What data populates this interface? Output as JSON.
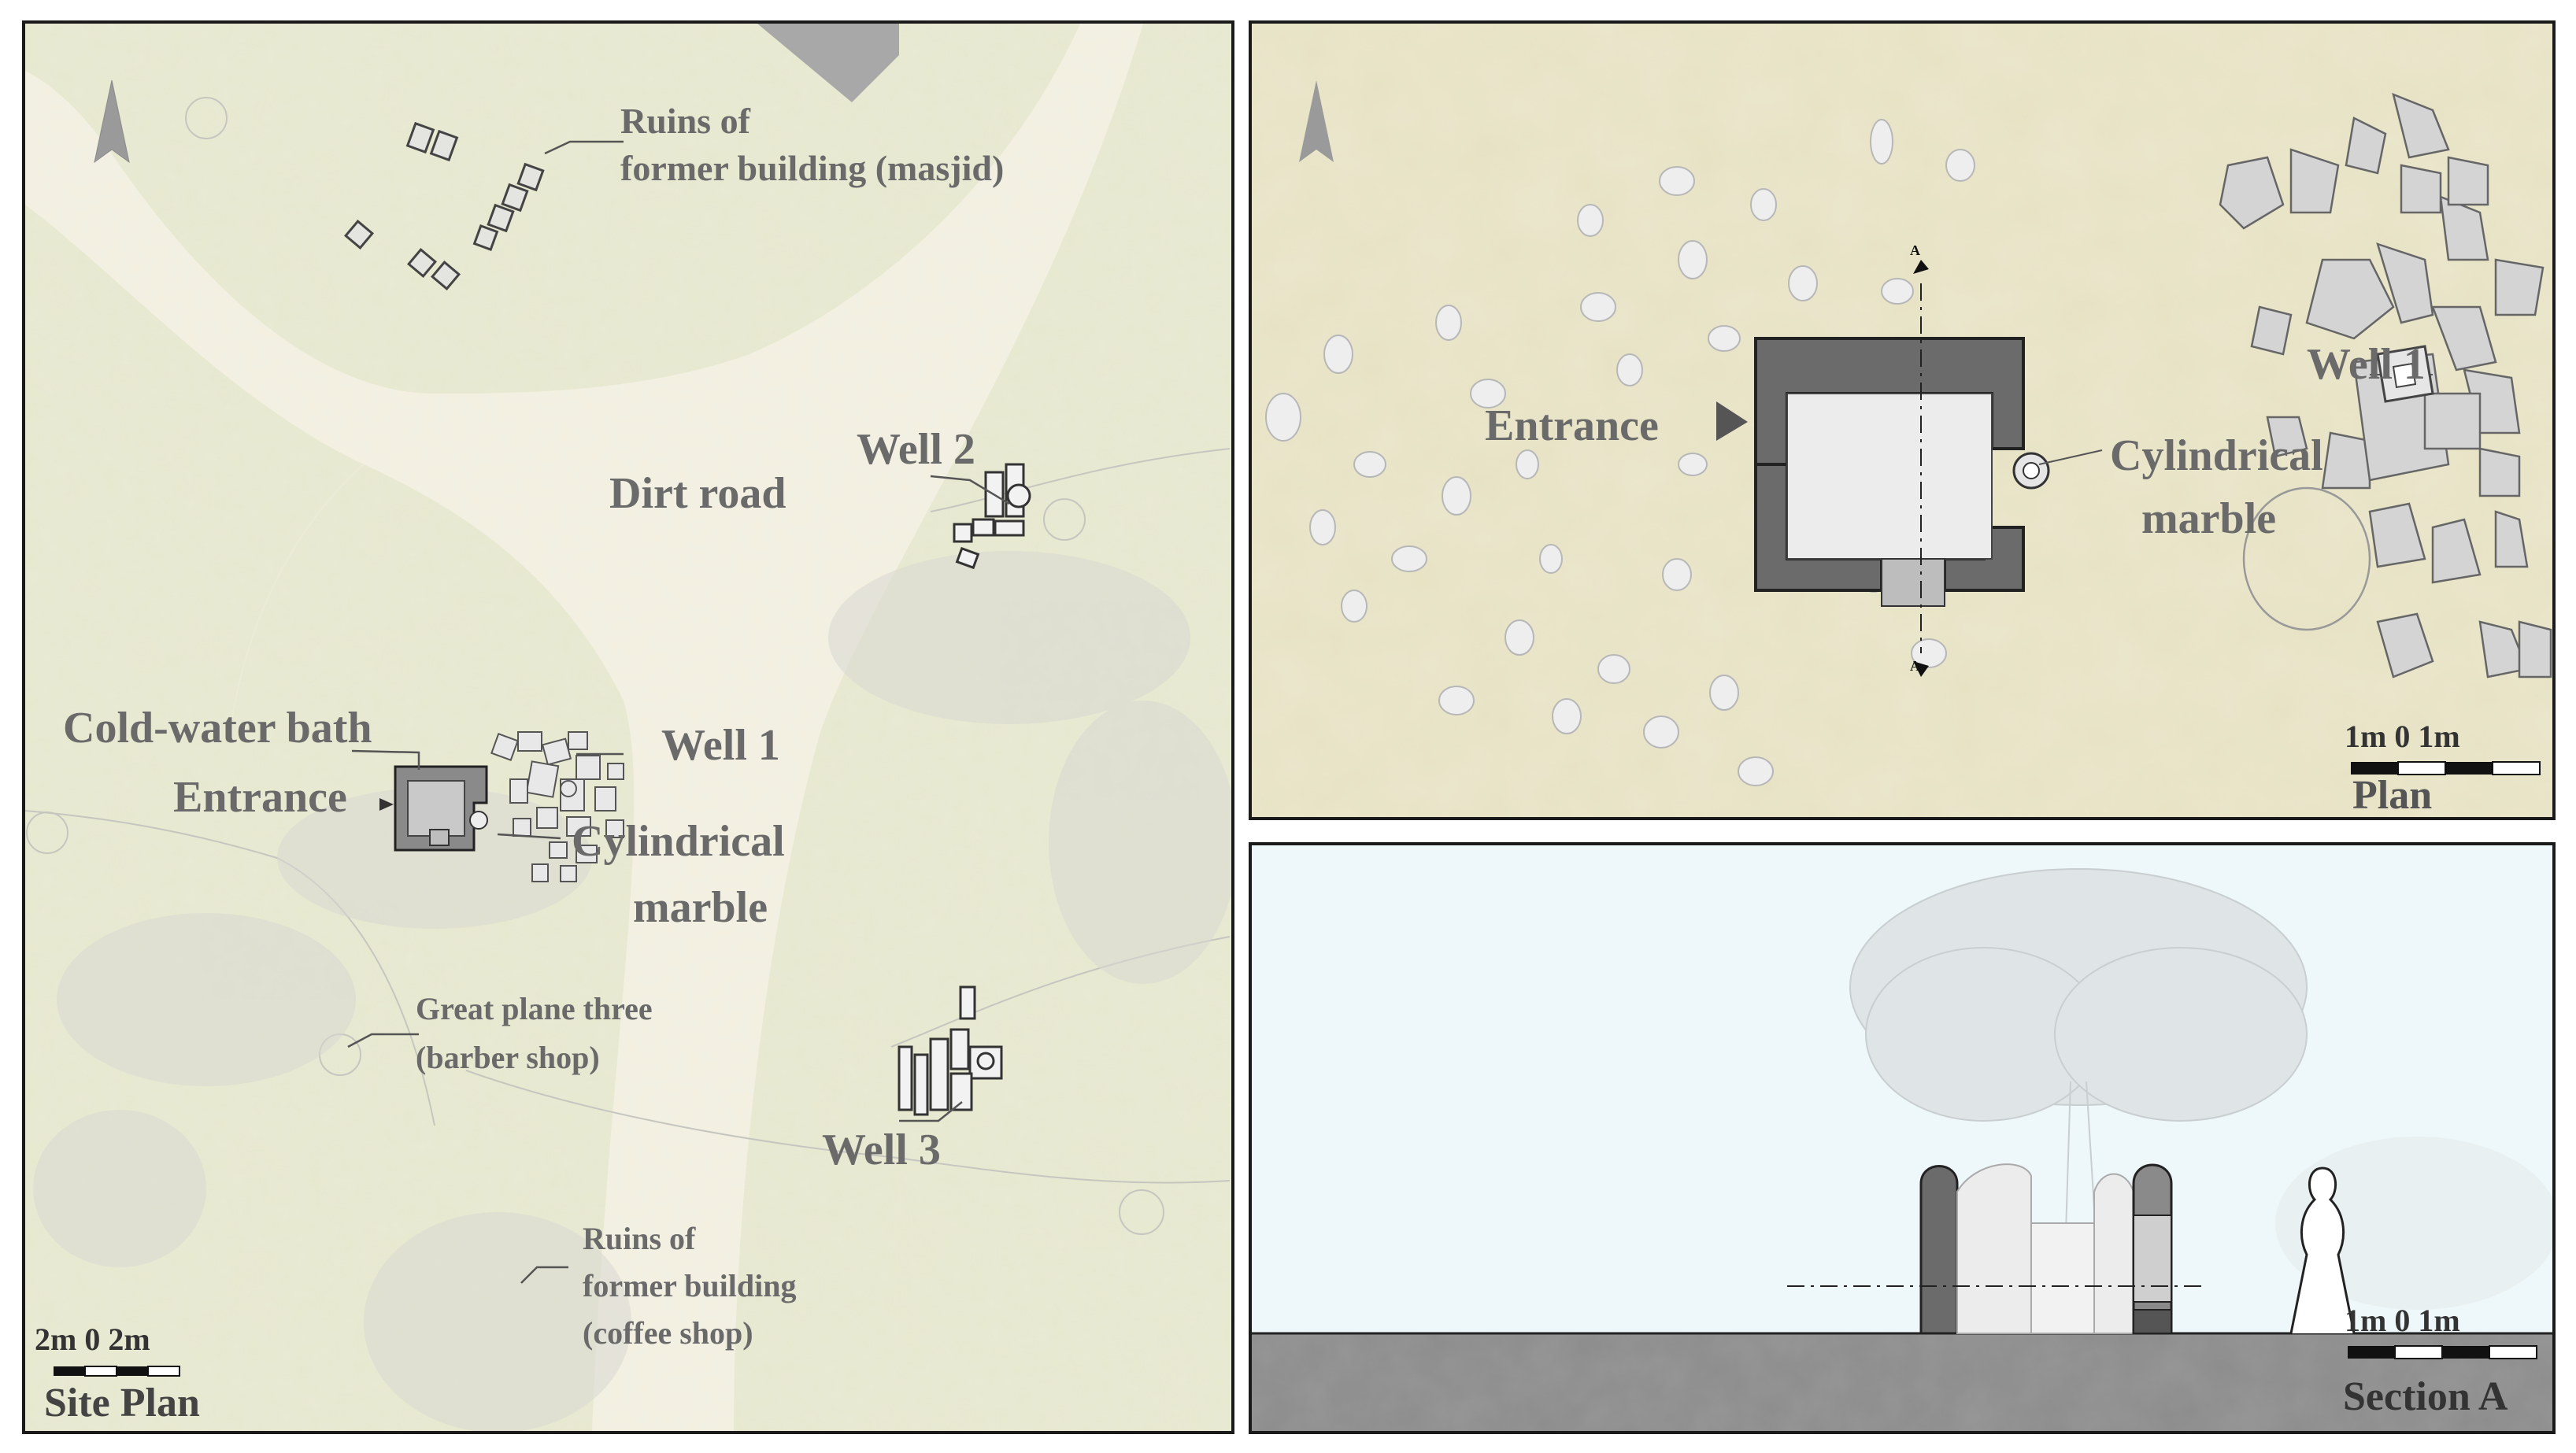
{
  "site_plan": {
    "caption": "Site Plan",
    "north_arrow": "north-arrow-icon",
    "scale": "2m 0 2m",
    "labels": {
      "masjid_1": "Ruins of",
      "masjid_2": "former building (masjid)",
      "dirt_road": "Dirt road",
      "well_2": "Well 2",
      "cold_bath": "Cold-water bath",
      "entrance": "Entrance",
      "well_1": "Well 1",
      "cyl_1": "Cylindrical",
      "cyl_2": "marble",
      "plane_1": "Great plane three",
      "plane_2": "(barber shop)",
      "well_3": "Well 3",
      "coffee_1": "Ruins of",
      "coffee_2": "former building",
      "coffee_3": "(coffee shop)"
    }
  },
  "plan": {
    "caption": "Plan",
    "north_arrow": "north-arrow-icon",
    "scale": "1m 0 1m",
    "section_marker": "A",
    "labels": {
      "entrance": "Entrance",
      "well_1": "Well 1",
      "cyl_1": "Cylindrical",
      "cyl_2": "marble"
    }
  },
  "section": {
    "caption": "Section A",
    "scale": "1m 0 1m"
  },
  "colors": {
    "ground_green": "#e6e8cf",
    "road": "#f3f0e3",
    "wall_dark": "#6b6b6b",
    "sky": "#eef7fa",
    "soil": "#8c8c8c",
    "label_gray": "#6a6a6a"
  }
}
